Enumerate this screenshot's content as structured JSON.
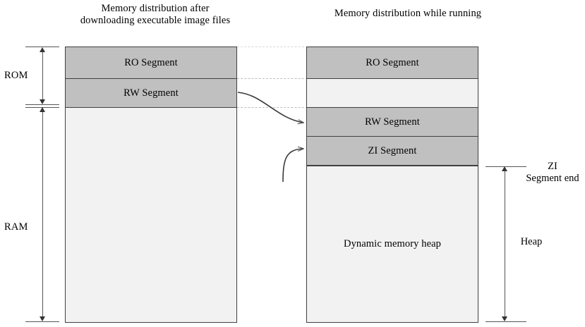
{
  "titles": {
    "left": "Memory distribution after downloading executable image files",
    "right": "Memory distribution while running"
  },
  "left_column": {
    "name": "download-image-layout",
    "blocks": [
      {
        "label": "RO Segment",
        "fill": "#c0c0c0"
      },
      {
        "label": "RW Segment",
        "fill": "#c0c0c0"
      },
      {
        "label": "",
        "fill": "#f2f2f2"
      }
    ]
  },
  "right_column": {
    "name": "runtime-layout",
    "blocks": [
      {
        "label": "RO Segment",
        "fill": "#c0c0c0"
      },
      {
        "label": "",
        "fill": "#f2f2f2"
      },
      {
        "label": "RW Segment",
        "fill": "#c0c0c0"
      },
      {
        "label": "ZI Segment",
        "fill": "#c0c0c0"
      },
      {
        "label": "Dynamic memory heap",
        "fill": "#f2f2f2"
      }
    ]
  },
  "left_dimensions": [
    {
      "label": "ROM"
    },
    {
      "label": "RAM"
    }
  ],
  "right_dimensions": {
    "zi_segment_end": "ZI\nSegment end",
    "zi_segment_end_line1": "ZI",
    "zi_segment_end_line2": "Segment end",
    "heap": "Heap"
  },
  "colors": {
    "segment_fill": "#c0c0c0",
    "free_fill": "#f2f2f2",
    "segment_border": "#404040",
    "guide_line": "#bdbdbd",
    "arrow": "#555555",
    "background": "#ffffff"
  },
  "connectors": [
    {
      "name": "rw-copy-arrow",
      "from": "left RW Segment",
      "to": "right RW Segment"
    },
    {
      "name": "zi-create-arrow",
      "from": "left free area",
      "to": "right ZI Segment"
    }
  ]
}
